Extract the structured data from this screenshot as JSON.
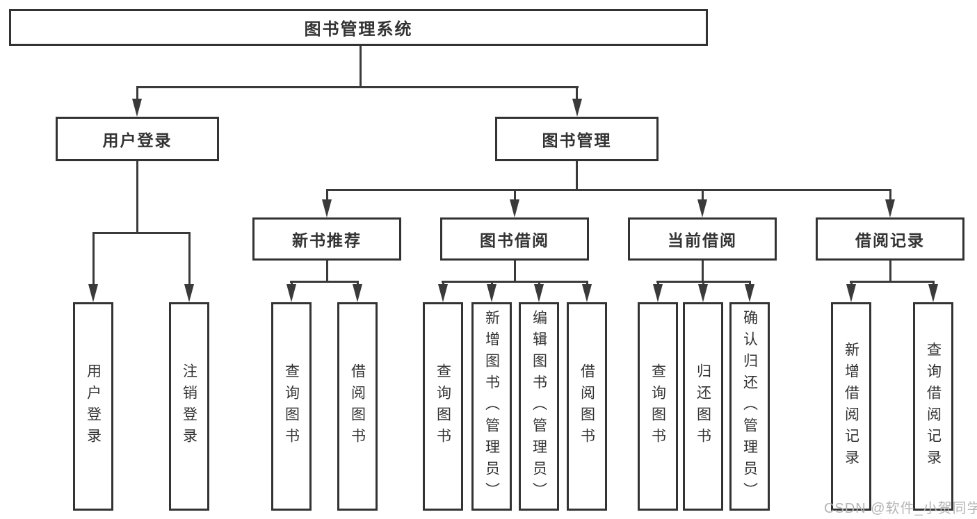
{
  "diagram_title": "图书管理系统",
  "watermark": {
    "text": "CSDN @软件_小贺同学"
  },
  "colors": {
    "line": "#3a3a3a",
    "box_border": "#333333",
    "text": "#333333",
    "watermark_text": "#b5b5b5",
    "background": "#ffffff"
  },
  "tree": {
    "label": "图书管理系统",
    "children": [
      {
        "label": "用户登录",
        "children": [
          {
            "label": "用户登录"
          },
          {
            "label": "注销登录"
          }
        ]
      },
      {
        "label": "图书管理",
        "children": [
          {
            "label": "新书推荐",
            "children": [
              {
                "label": "查询图书"
              },
              {
                "label": "借阅图书"
              }
            ]
          },
          {
            "label": "图书借阅",
            "children": [
              {
                "label": "查询图书"
              },
              {
                "label": "新增图书（管理员）"
              },
              {
                "label": "编辑图书（管理员）"
              },
              {
                "label": "借阅图书"
              }
            ]
          },
          {
            "label": "当前借阅",
            "children": [
              {
                "label": "查询图书"
              },
              {
                "label": "归还图书"
              },
              {
                "label": "确认归还（管理员）"
              }
            ]
          },
          {
            "label": "借阅记录",
            "children": [
              {
                "label": "新增借阅记录"
              },
              {
                "label": "查询借阅记录"
              }
            ]
          }
        ]
      }
    ]
  }
}
